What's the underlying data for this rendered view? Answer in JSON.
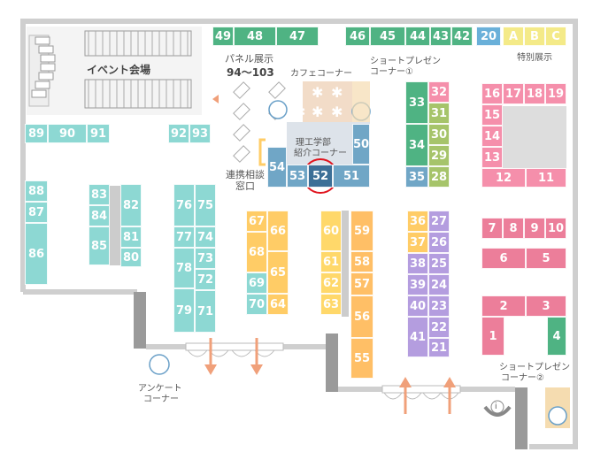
{
  "map": {
    "labels": {
      "event_hall": "イベント会場",
      "panel_exhibit": "パネル展示",
      "panel_range": "94～103",
      "cafe_corner": "カフェコーナー",
      "short_presen_1": "ショートプレゼン",
      "short_presen_1b": "コーナー①",
      "rikou_1": "理工学部",
      "rikou_2": "紹介コーナー",
      "consult_1": "連携相談",
      "consult_2": "窓口",
      "special_exhibit": "特別展示",
      "survey_1": "アンケート",
      "survey_2": "コーナー",
      "short_presen_2": "ショートプレゼン",
      "short_presen_2b": "コーナー②",
      "info_icon": "i"
    },
    "highlight_booth": "52",
    "booths": {
      "b49": "49",
      "b48": "48",
      "b47": "47",
      "b46": "46",
      "b45": "45",
      "b44": "44",
      "b43": "43",
      "b42": "42",
      "b20": "20",
      "bA": "A",
      "bB": "B",
      "bC": "C",
      "b89": "89",
      "b90": "90",
      "b91": "91",
      "b92": "92",
      "b93": "93",
      "b88": "88",
      "b87": "87",
      "b86": "86",
      "b83": "83",
      "b84": "84",
      "b85": "85",
      "b82": "82",
      "b81": "81",
      "b80": "80",
      "b76": "76",
      "b75": "75",
      "b77": "77",
      "b74": "74",
      "b78": "78",
      "b73": "73",
      "b72": "72",
      "b79": "79",
      "b71": "71",
      "b54": "54",
      "b53": "53",
      "b52": "52",
      "b51": "51",
      "b50": "50",
      "b67": "67",
      "b66": "66",
      "b68": "68",
      "b65": "65",
      "b69": "69",
      "b70": "70",
      "b64": "64",
      "b60": "60",
      "b61": "61",
      "b62": "62",
      "b63": "63",
      "b59": "59",
      "b58": "58",
      "b57": "57",
      "b56": "56",
      "b55": "55",
      "b33": "33",
      "b32": "32",
      "b31": "31",
      "b34": "34",
      "b30": "30",
      "b29": "29",
      "b35": "35",
      "b28": "28",
      "b36": "36",
      "b27": "27",
      "b37": "37",
      "b26": "26",
      "b38": "38",
      "b25": "25",
      "b39": "39",
      "b24": "24",
      "b40": "40",
      "b23": "23",
      "b41": "41",
      "b22": "22",
      "b21": "21",
      "b16": "16",
      "b17": "17",
      "b18": "18",
      "b19": "19",
      "b15": "15",
      "b14": "14",
      "b13": "13",
      "b12": "12",
      "b11": "11",
      "b7": "7",
      "b8": "8",
      "b9": "9",
      "b10": "10",
      "b6": "6",
      "b5": "5",
      "b2": "2",
      "b3": "3",
      "b1": "1",
      "b4": "4"
    },
    "colors": {
      "green": "#4fb383",
      "teal": "#8dd8d3",
      "blue": "#70a6c6",
      "orange": "#ffcc66",
      "purple": "#b49ddf",
      "olive": "#a6c46a",
      "pink": "#ec7e9a",
      "highlight_ring": "#e0141e",
      "wall": "#cfcfcf",
      "arrow": "#f0a07a"
    }
  }
}
